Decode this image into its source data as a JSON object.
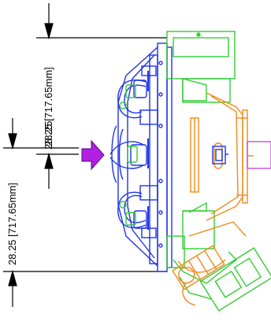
{
  "dimensions": {
    "upper": "28.25 [717.65mm]",
    "middle": "28.25",
    "lower": "28.25 [717.65mm]"
  },
  "colors": {
    "dimension_lines": "#000000",
    "frame_blue": "#1f33e6",
    "housing_green": "#33cc33",
    "motor_orange": "#f08a1a",
    "feed_arrow": "#b020e0",
    "outlet_pipe": "#c050d0"
  },
  "icons": {
    "feed_direction": "arrow-right-icon"
  }
}
